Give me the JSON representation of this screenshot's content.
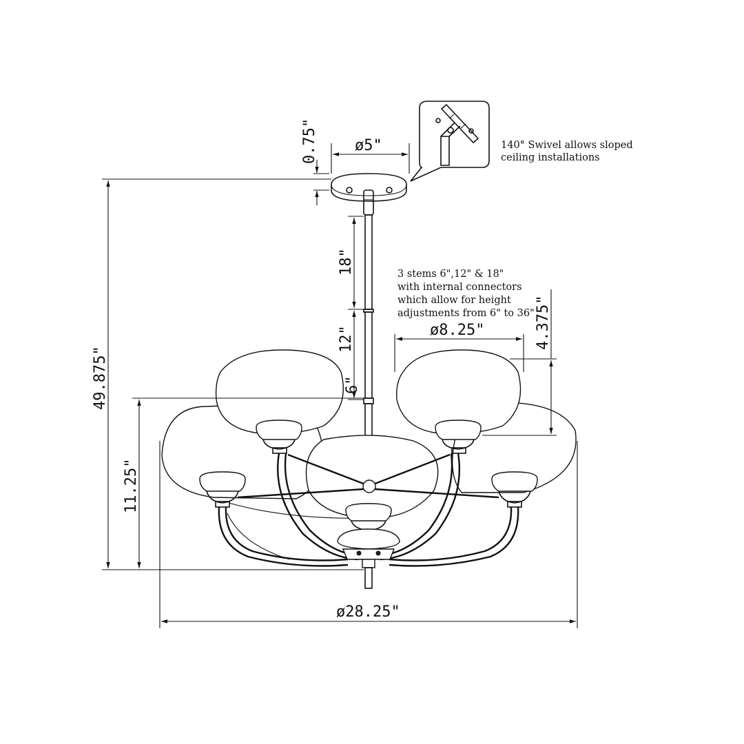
{
  "dimensions": {
    "canopy_height": "0.75\"",
    "canopy_diameter": "ø5\"",
    "stem_18": "18\"",
    "stem_12": "12\"",
    "stem_6": "6\"",
    "overall_height": "49.875\"",
    "body_height": "11.25\"",
    "shade_diameter": "ø8.25\"",
    "shade_height": "4.375\"",
    "overall_diameter": "ø28.25\""
  },
  "notes": {
    "swivel": [
      "140° Swivel allows sloped",
      "ceiling installations"
    ],
    "stems": [
      "3 stems 6\",12\" & 18\"",
      "with internal connectors",
      "which allow for height",
      "adjustments from 6\" to 36\""
    ]
  }
}
